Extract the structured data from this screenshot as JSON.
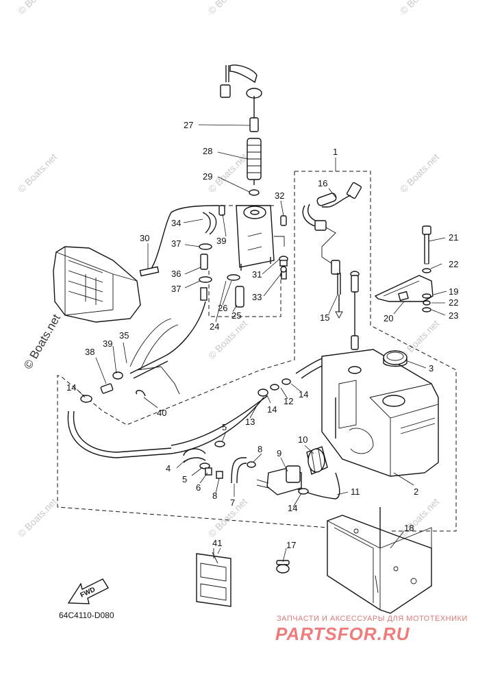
{
  "callouts": [
    {
      "id": "c1",
      "text": "1"
    },
    {
      "id": "c2",
      "text": "2"
    },
    {
      "id": "c3",
      "text": "3"
    },
    {
      "id": "c4",
      "text": "4"
    },
    {
      "id": "c5a",
      "text": "5"
    },
    {
      "id": "c5b",
      "text": "5"
    },
    {
      "id": "c6",
      "text": "6"
    },
    {
      "id": "c7",
      "text": "7"
    },
    {
      "id": "c8a",
      "text": "8"
    },
    {
      "id": "c8b",
      "text": "8"
    },
    {
      "id": "c9",
      "text": "9"
    },
    {
      "id": "c10",
      "text": "10"
    },
    {
      "id": "c11",
      "text": "11"
    },
    {
      "id": "c12",
      "text": "12"
    },
    {
      "id": "c13",
      "text": "13"
    },
    {
      "id": "c14a",
      "text": "14"
    },
    {
      "id": "c14b",
      "text": "14"
    },
    {
      "id": "c14c",
      "text": "14"
    },
    {
      "id": "c14d",
      "text": "14"
    },
    {
      "id": "c15",
      "text": "15"
    },
    {
      "id": "c16",
      "text": "16"
    },
    {
      "id": "c17",
      "text": "17"
    },
    {
      "id": "c18",
      "text": "18"
    },
    {
      "id": "c19",
      "text": "19"
    },
    {
      "id": "c20",
      "text": "20"
    },
    {
      "id": "c21",
      "text": "21"
    },
    {
      "id": "c22a",
      "text": "22"
    },
    {
      "id": "c22b",
      "text": "22"
    },
    {
      "id": "c23",
      "text": "23"
    },
    {
      "id": "c24",
      "text": "24"
    },
    {
      "id": "c25",
      "text": "25"
    },
    {
      "id": "c26",
      "text": "26"
    },
    {
      "id": "c27",
      "text": "27"
    },
    {
      "id": "c28",
      "text": "28"
    },
    {
      "id": "c29",
      "text": "29"
    },
    {
      "id": "c30",
      "text": "30"
    },
    {
      "id": "c31",
      "text": "31"
    },
    {
      "id": "c32",
      "text": "32"
    },
    {
      "id": "c33",
      "text": "33"
    },
    {
      "id": "c34",
      "text": "34"
    },
    {
      "id": "c35",
      "text": "35"
    },
    {
      "id": "c36",
      "text": "36"
    },
    {
      "id": "c37a",
      "text": "37"
    },
    {
      "id": "c37b",
      "text": "37"
    },
    {
      "id": "c38",
      "text": "38"
    },
    {
      "id": "c39a",
      "text": "39"
    },
    {
      "id": "c39b",
      "text": "39"
    },
    {
      "id": "c40",
      "text": "40"
    },
    {
      "id": "c41",
      "text": "41"
    }
  ],
  "watermark_text": "© Boats.net",
  "fwd_label": "FWD",
  "diagram_code": "64C4110-D080",
  "brand_subtitle": "ЗАПЧАСТИ И АКСЕССУАРЫ ДЛЯ МОТОТЕХНИКИ",
  "brand_name": "PARTSFOR.RU"
}
